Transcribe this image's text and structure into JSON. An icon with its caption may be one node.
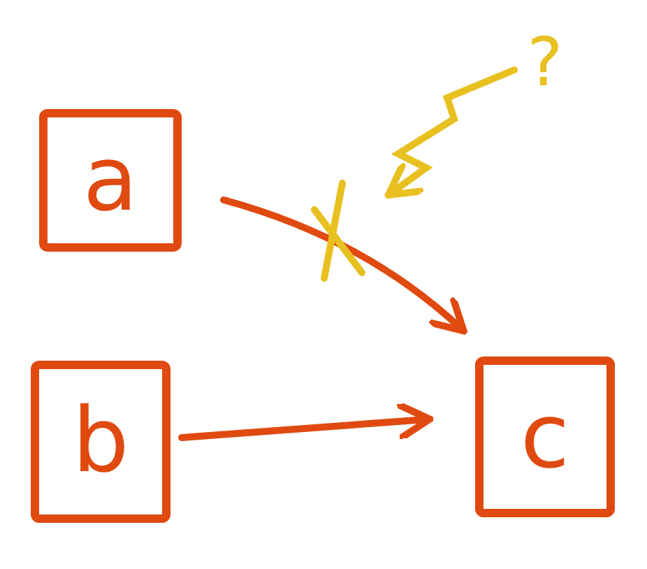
{
  "diagram": {
    "nodes": [
      {
        "text": [
          "a"
        ]
      },
      {
        "text": [
          "b"
        ]
      },
      {
        "text": [
          "c"
        ]
      },
      {
        "text": [
          "?"
        ]
      }
    ],
    "edges": [
      {
        "from": 0,
        "to": 2,
        "arrow": "to"
      },
      {
        "from": 1,
        "to": 2,
        "arrow": "to"
      },
      {
        "from": 3,
        "to": null,
        "arrow": "to",
        "color": "#e8c020"
      }
    ]
  }
}
